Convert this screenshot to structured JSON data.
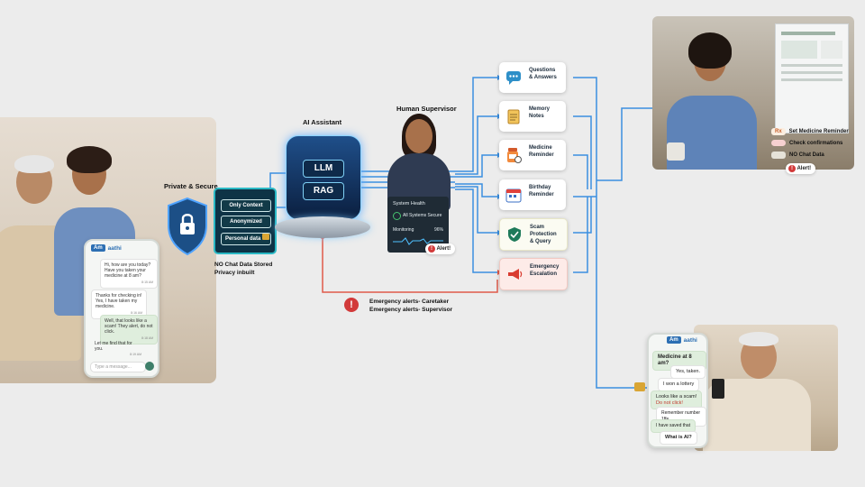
{
  "left_phone": {
    "brand_badge": "Am",
    "brand_rest": "aathi",
    "messages": [
      {
        "text": "Hi, how are you today? Have you taken your medicine at 8 am?",
        "time": "8:15 AM"
      },
      {
        "text": "Thanks for checking in! Yes, I have taken my medicine.",
        "time": "8:16 AM"
      },
      {
        "text": "Well, that looks like a scam! They alert, do not click.",
        "time": "8:18 AM"
      },
      {
        "text": "Let me find that for you.",
        "time": "8:19 AM"
      }
    ],
    "input_placeholder": "Type a message..."
  },
  "privacy": {
    "title": "Private & Secure",
    "chips": [
      "Only Context",
      "Anonymized",
      "Personal data"
    ],
    "note_line1": "NO Chat Data Stored",
    "note_line2": "Privacy inbuilt"
  },
  "ai": {
    "title": "AI Assistant",
    "boxes": [
      "LLM",
      "RAG"
    ]
  },
  "supervisor": {
    "title": "Human Supervisor",
    "screen_title": "System Health",
    "status": "All Systems Secure",
    "monitor_label": "Monitoring",
    "monitor_value": "96%",
    "alert": "Alert!"
  },
  "features": [
    {
      "line1": "Questions",
      "line2": "& Answers"
    },
    {
      "line1": "Memory",
      "line2": "Notes"
    },
    {
      "line1": "Medicine",
      "line2": "Reminder"
    },
    {
      "line1": "Birthday",
      "line2": "Reminder"
    },
    {
      "line1": "Scam Protection",
      "line2": "& Query"
    },
    {
      "line1": "Emergency",
      "line2": "Escalation"
    }
  ],
  "emergency": {
    "line1": "Emergency alerts- Caretaker",
    "line2": "Emergency alerts- Supervisor"
  },
  "caretaker": {
    "rx_icon": "Rx",
    "items": [
      "Set Medicine Reminder",
      "Check confirmations",
      "NO Chat Data"
    ],
    "alert": "Alert!"
  },
  "right_phone": {
    "brand_badge": "Am",
    "brand_rest": "aathi",
    "messages": [
      {
        "side": "in",
        "text": "Medicine at 8 am?"
      },
      {
        "side": "out",
        "text": "Yes, taken."
      },
      {
        "side": "out",
        "text": "I won a lottery"
      },
      {
        "side": "in",
        "text": "Looks like a scam!"
      },
      {
        "side": "in",
        "text": "Do not click!"
      },
      {
        "side": "out",
        "text": "Remember number 1ffe..."
      },
      {
        "side": "in",
        "text": "I have saved that"
      },
      {
        "side": "out",
        "text": "What is AI?"
      }
    ]
  },
  "colors": {
    "blue_flow": "#3b8fe0",
    "red_flow": "#e05a4a",
    "shield": "#1c4f86"
  }
}
